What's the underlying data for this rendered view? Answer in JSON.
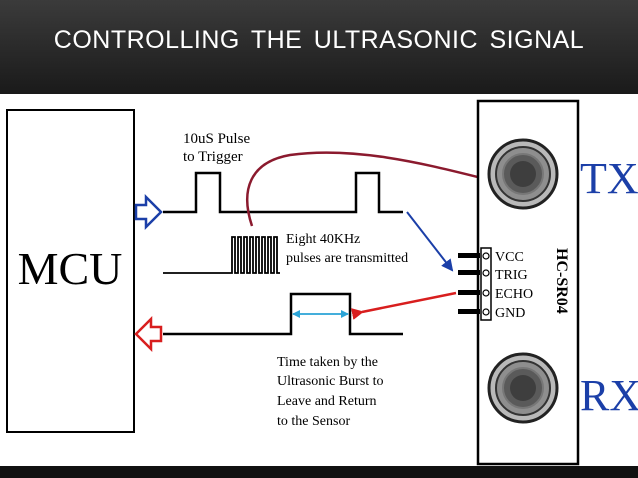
{
  "slide": {
    "title": "CONTROLLING  THE  ULTRASONIC  SIGNAL"
  },
  "diagram": {
    "mcu_label": "MCU",
    "trigger_label_line1": "10uS Pulse",
    "trigger_label_line2": "to Trigger",
    "burst_label_line1": "Eight 40KHz",
    "burst_label_line2": "pulses are transmitted",
    "time_label_line1": "Time taken by the",
    "time_label_line2": "Ultrasonic Burst to",
    "time_label_line3": "Leave and Return",
    "time_label_line4": "to the Sensor",
    "sensor_model": "HC-SR04",
    "pins": [
      "VCC",
      "TRIG",
      "ECHO",
      "GND"
    ],
    "tx_label": "TX",
    "rx_label": "RX",
    "colors": {
      "tx_rx_text": "#1b3fa8",
      "trigger_arrow": "#8b1a2e",
      "echo_arrow": "#d81e1e",
      "input_arrow": "#1b3fa8",
      "output_arrow": "#d81e1e",
      "time_arrow": "#2aa3d6"
    }
  }
}
